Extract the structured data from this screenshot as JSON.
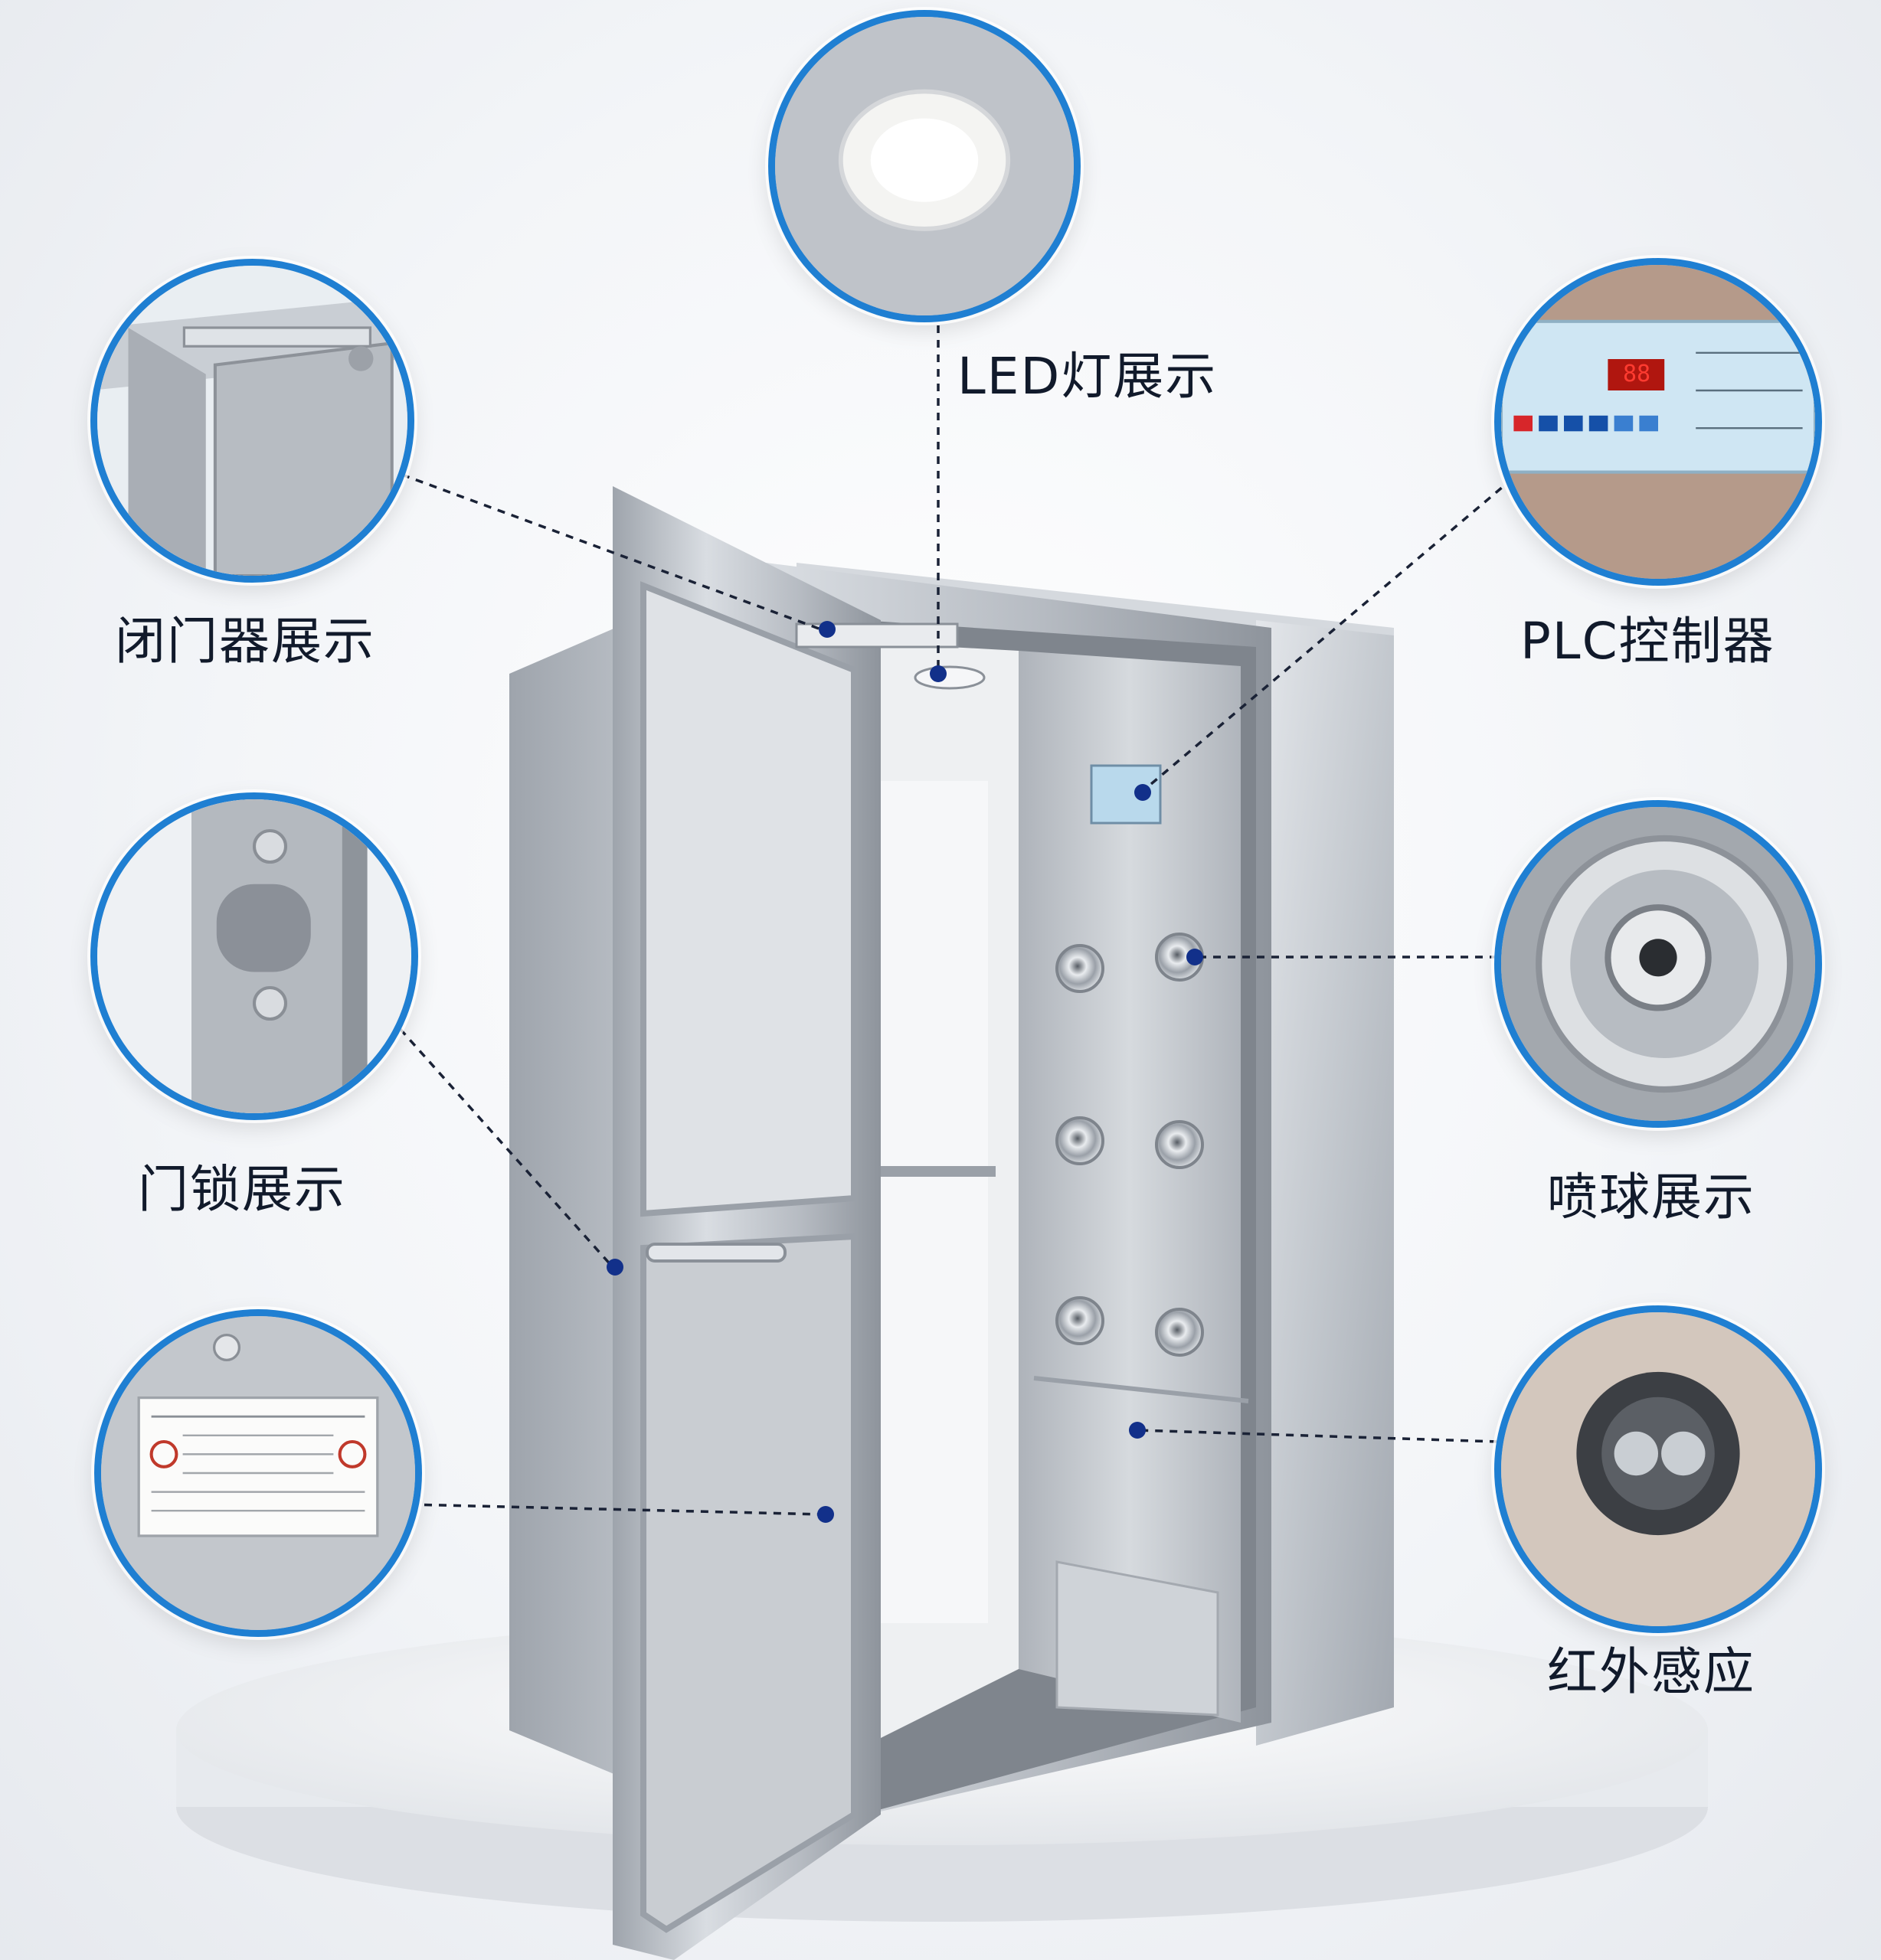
{
  "labels": {
    "led": "LED灯展示",
    "closer": "闭门器展示",
    "plc": "PLC控制器",
    "lock": "门锁展示",
    "nozzle": "喷球展示",
    "infrared": "红外感应"
  },
  "plc_display": "88",
  "colors": {
    "accent": "#1f7fd2",
    "dot": "#12308a",
    "steel": "#b9bec5"
  }
}
